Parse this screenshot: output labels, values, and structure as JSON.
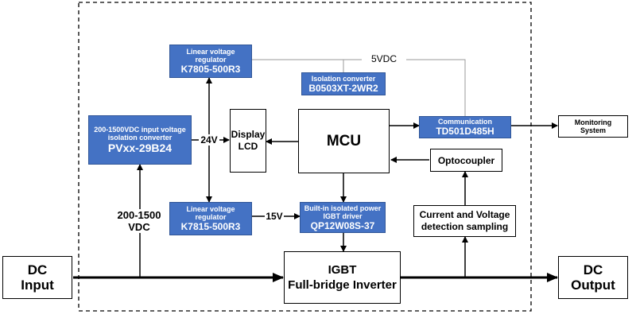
{
  "dc_input": {
    "line1": "DC",
    "line2": "Input"
  },
  "dc_output": {
    "line1": "DC",
    "line2": "Output"
  },
  "monitoring": {
    "line1": "Monitoring",
    "line2": "System"
  },
  "iso_input": {
    "line1": "200-1500VDC input voltage",
    "line2": "isolation converter",
    "model": "PVxx-29B24"
  },
  "lvr_top": {
    "line1": "Linear voltage",
    "line2": "regulator",
    "model": "K7805-500R3"
  },
  "lvr_bottom": {
    "line1": "Linear voltage",
    "line2": "regulator",
    "model": "K7815-500R3"
  },
  "iso_conv": {
    "line1": "Isolation converter",
    "model": "B0503XT-2WR2"
  },
  "comm": {
    "line1": "Communication",
    "model": "TD501D485H"
  },
  "igbt_driver": {
    "line1": "Built-in isolated power",
    "line2": "IGBT driver",
    "model": "QP12W08S-37"
  },
  "display": {
    "line1": "Display",
    "line2": "LCD"
  },
  "mcu": {
    "label": "MCU"
  },
  "optocoupler": {
    "label": "Optocoupler"
  },
  "detection": {
    "line1": "Current and Voltage",
    "line2": "detection sampling"
  },
  "igbt": {
    "line1": "IGBT",
    "line2": "Full-bridge Inverter"
  },
  "labels": {
    "v5": "5VDC",
    "v24": "24V",
    "v15": "15V",
    "vdc_line1": "200-1500",
    "vdc_line2": "VDC"
  }
}
